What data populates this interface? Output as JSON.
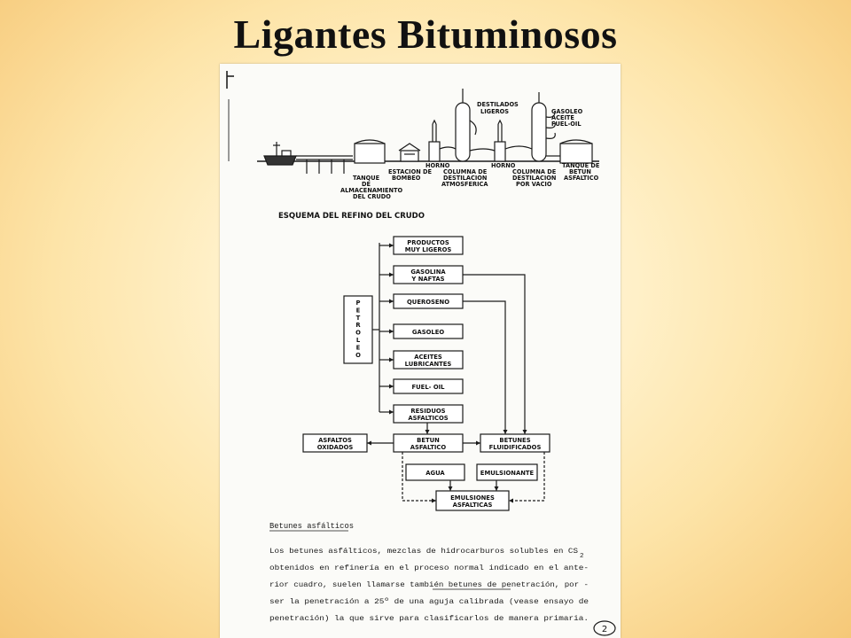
{
  "slide": {
    "title": "Ligantes Bituminosos",
    "page_number": "2"
  },
  "refinery": {
    "labels": {
      "destilados": [
        "DESTILADOS",
        "LIGEROS"
      ],
      "products_top": [
        "GASOLEO",
        "ACEITE",
        "FUEL-OIL"
      ],
      "horno_1": "HORNO",
      "horno_2": "HORNO",
      "estacion": [
        "ESTACION DE",
        "BOMBEO"
      ],
      "tanque_crudo": [
        "TANQUE",
        "DE",
        "ALMACENAMIENTO",
        "DEL CRUDO"
      ],
      "columna_atm": [
        "COLUMNA DE",
        "DESTILACION",
        "ATMOSFERICA"
      ],
      "columna_vac": [
        "COLUMNA DE",
        "DESTILACION",
        "POR VACIO"
      ],
      "tanque_betun": [
        "TANQUE DE",
        "BETUN",
        "ASFALTICO"
      ]
    },
    "caption": "ESQUEMA DEL REFINO DEL CRUDO"
  },
  "flow": {
    "petroleo": "PETROLEO",
    "products": [
      [
        "PRODUCTOS",
        "MUY LIGEROS"
      ],
      [
        "GASOLINA",
        "Y NAFTAS"
      ],
      [
        "QUEROSENO"
      ],
      [
        "GASOLEO"
      ],
      [
        "ACEITES",
        "LUBRICANTES"
      ],
      [
        "FUEL- OIL"
      ],
      [
        "RESIDUOS",
        "ASFALTICOS"
      ]
    ],
    "betun": [
      "BETUN",
      "ASFALTICO"
    ],
    "asfaltos": [
      "ASFALTOS",
      "OXIDADOS"
    ],
    "betunes_fluid": [
      "BETUNES",
      "FLUIDIFICADOS"
    ],
    "agua": "AGUA",
    "emulsionante": "EMULSIONANTE",
    "emulsiones": [
      "EMULSIONES",
      "ASFALTICAS"
    ]
  },
  "text": {
    "heading": "Betunes asfálticos",
    "lines": [
      "Los betunes asfálticos, mezclas de hidrocarburos solubles en CS",
      "obtenidos en refinería en el proceso normal indicado en el ante-",
      "rior cuadro, suelen llamarse también betunes de penetración, por -",
      "ser la penetración a 25º de una aguja calibrada (vease ensayo de",
      "penetración) la que sirve para clasificarlos de manera primaria."
    ],
    "subscript": "2"
  }
}
